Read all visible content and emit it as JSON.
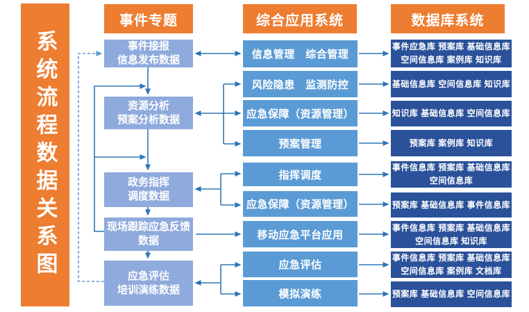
{
  "title_bar": {
    "label": "系统流程数据关系图"
  },
  "columns": {
    "topics": {
      "header": "事件专题",
      "boxes": [
        "事件接报\n信息发布数据",
        "资源分析\n预案分析数据",
        "政务指挥\n调度数据",
        "现场跟踪应急反馈\n数据",
        "应急评估\n培训演练数据"
      ]
    },
    "apps": {
      "header": "综合应用系统",
      "boxes": [
        "信息管理　综合管理",
        "风险隐患　监测防控",
        "应急保障（资源管理）",
        "预案管理",
        "指挥调度",
        "应急保障（资源管理）",
        "移动应急平台应用",
        "应急评估",
        "模拟演练"
      ]
    },
    "databases": {
      "header": "数据库系统",
      "boxes": [
        "事件应急库 预案库 基础信息库\n空间信息库 案例库 知识库",
        "基础信息库 空间信息库 知识库",
        "知识库 基础信息库 空间信息库",
        "预案库 案例库 知识库",
        "事件信息库 预案库 基础信息库\n空间信息库",
        "预案库 基础信息库 事件信息库",
        "事件信息库 预案库 基础信息库\n空间信息库 知识库",
        "事件信息库 预案库 基础信息库\n空间信息库 案例库 文档库",
        "预案库 基础信息库 空间信息库"
      ]
    }
  },
  "connections": [
    {
      "from": "事件接报信息发布数据",
      "to": "信息管理　综合管理",
      "style": "double-arrow"
    },
    {
      "from": "事件接报信息发布数据",
      "to": "资源分析预案分析数据",
      "style": "arrow"
    },
    {
      "from": "资源分析预案分析数据",
      "to": "风险隐患　监测防控",
      "style": "branch-arrow"
    },
    {
      "from": "资源分析预案分析数据",
      "to": "应急保障（资源管理）",
      "style": "double-arrow"
    },
    {
      "from": "资源分析预案分析数据",
      "to": "预案管理",
      "style": "branch-arrow"
    },
    {
      "from": "资源分析预案分析数据",
      "to": "政务指挥调度数据",
      "style": "arrow"
    },
    {
      "from": "指挥调度 / 应急保障（资源管理）",
      "to": "政务指挥调度数据",
      "style": "branch-double-arrow"
    },
    {
      "from": "政务指挥调度数据",
      "to": "现场跟踪应急反馈数据",
      "style": "arrow"
    },
    {
      "from": "现场跟踪应急反馈数据",
      "to": "移动应急平台应用",
      "style": "arrow"
    },
    {
      "from": "现场跟踪应急反馈数据",
      "to": "资源分析预案分析数据",
      "style": "feedback-arrow"
    },
    {
      "from": "现场跟踪应急反馈数据",
      "to": "政务指挥调度数据",
      "style": "feedback-arrow"
    },
    {
      "from": "现场跟踪应急反馈数据",
      "to": "应急评估培训演练数据",
      "style": "arrow"
    },
    {
      "from": "应急评估 / 模拟演练",
      "to": "应急评估培训演练数据",
      "style": "branch-double-arrow"
    },
    {
      "from": "应急评估培训演练数据",
      "to": "事件接报信息发布数据",
      "style": "dashed-feedback-arrow"
    },
    {
      "from": "信息管理　综合管理",
      "to": "事件应急库 预案库 基础信息库 空间信息库 案例库 知识库",
      "style": "arrow"
    },
    {
      "from": "风险隐患　监测防控",
      "to": "基础信息库 空间信息库 知识库",
      "style": "arrow"
    },
    {
      "from": "应急保障（资源管理）",
      "to": "知识库 基础信息库 空间信息库",
      "style": "arrow"
    },
    {
      "from": "预案管理",
      "to": "预案库 案例库 知识库",
      "style": "arrow"
    },
    {
      "from": "指挥调度",
      "to": "事件信息库 预案库 基础信息库 空间信息库",
      "style": "arrow"
    },
    {
      "from": "应急保障（资源管理）",
      "to": "预案库 基础信息库 事件信息库",
      "style": "arrow"
    },
    {
      "from": "移动应急平台应用",
      "to": "事件信息库 预案库 基础信息库 空间信息库 知识库",
      "style": "arrow"
    },
    {
      "from": "应急评估",
      "to": "事件信息库 预案库 基础信息库 空间信息库 案例库 文档库",
      "style": "arrow"
    },
    {
      "from": "模拟演练",
      "to": "预案库 基础信息库 空间信息库",
      "style": "arrow"
    }
  ],
  "colors": {
    "accent_orange": "#ED7D31",
    "topic_box_blue": "#8FAADC",
    "app_box_blue": "#5B9BD5",
    "database_box_blue": "#2A5199",
    "arrow_blue": "#2E75B6",
    "dashed_arrow_blue": "#5B9BD5"
  }
}
